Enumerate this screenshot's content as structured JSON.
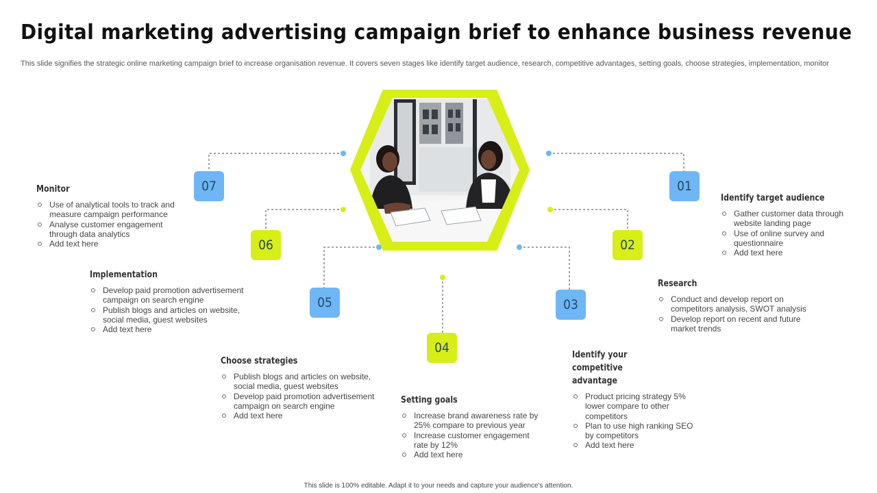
{
  "title": "Digital marketing advertising campaign brief to enhance business revenue",
  "subtitle": "This slide signifies the strategic online marketing campaign brief to increase organisation revenue. It covers seven stages like identify target audience, research, competitive advantages, setting goals, choose strategies, implementation, monitor",
  "footer": "This slide is 100% editable. Adapt it to your needs and capture your audience's attention.",
  "colors": {
    "blue": "#6eb6f5",
    "lime": "#d7ee17",
    "text": "#333333"
  },
  "stages": [
    {
      "number": "01",
      "title": "Identify target audience",
      "bullets": [
        "Gather customer data through website landing page",
        "Use of online survey and questionnaire",
        "Add text here"
      ]
    },
    {
      "number": "02",
      "title": "Research",
      "bullets": [
        "Conduct and develop report on competitors analysis, SWOT analysis",
        "Develop report on recent and future market trends"
      ]
    },
    {
      "number": "03",
      "title": "Identify your competitive advantage",
      "bullets": [
        "Product pricing strategy 5% lower compare to other competitors",
        "Plan to use high ranking SEO by competitors",
        "Add text here"
      ]
    },
    {
      "number": "04",
      "title": "Setting goals",
      "bullets": [
        "Increase brand awareness rate by 25% compare to previous year",
        "Increase customer engagement rate by 12%",
        "Add text here"
      ]
    },
    {
      "number": "05",
      "title": "Choose strategies",
      "bullets": [
        "Publish blogs and articles on website, social media, guest websites",
        "Develop paid promotion advertisement campaign on search engine",
        "Add text here"
      ]
    },
    {
      "number": "06",
      "title": "Implementation",
      "bullets": [
        "Develop paid promotion advertisement campaign on search engine",
        "Publish blogs and articles on website, social media, guest websites",
        "Add text here"
      ]
    },
    {
      "number": "07",
      "title": "Monitor",
      "bullets": [
        "Use of analytical tools to track and measure campaign performance",
        "Analyse customer engagement through data analytics",
        "Add text here"
      ]
    }
  ]
}
